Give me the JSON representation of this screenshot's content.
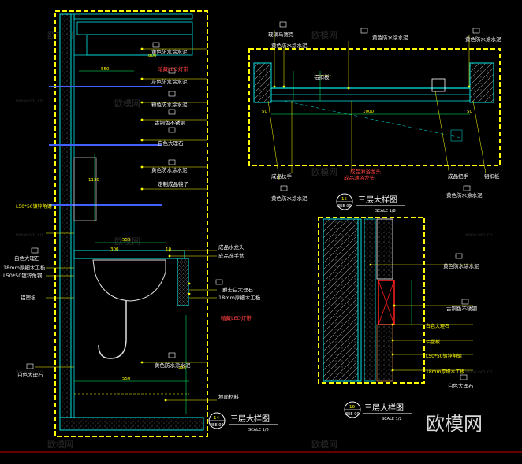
{
  "detail_14": {
    "labels_right": [
      "黄色防水涂水泥",
      "灰色防水涂水泥",
      "粉色防水涂水泥",
      "古铜色不锈钢",
      "白色大理石",
      "黄色防水涂水泥",
      "定制成品镜子",
      "成品水龙头",
      "成品洗手盆",
      "爵士白大理石",
      "18mm厚细木工板",
      "黄色防水涂水泥",
      "地面材料"
    ],
    "labels_left": [
      "白色大理石",
      "18mm厚细木工板",
      "L50*50镀锌角钢",
      "铝塑板"
    ],
    "red_notes": [
      "暗藏LED灯带",
      "暗藏LED灯带"
    ],
    "dims": [
      "800",
      "550",
      "1130",
      "300",
      "555",
      "10",
      "350",
      "550"
    ],
    "title": "三层大样图",
    "number": "14",
    "sheet": "3EE-09",
    "scale": "SCALE 1/8"
  },
  "detail_15": {
    "labels": [
      "玻璃马赛克",
      "黄色防水涂水泥",
      "铝扣板",
      "成品扶手",
      "黄色防水涂水泥",
      "成品把手",
      "铝扣板",
      "黄色防水涂水泥"
    ],
    "red_notes": [
      "成品淋浴龙头",
      "成品淋浴龙头"
    ],
    "dims": [
      "1000",
      "50",
      "50"
    ],
    "title": "三层大样图",
    "number": "15",
    "sheet": "3EE-09",
    "scale": "SCALE 1/8"
  },
  "detail_16": {
    "labels_right": [
      "黄色防水涂水泥",
      "古铜色不锈钢",
      "白色大理石",
      "白色大理石"
    ],
    "title": "三层大样图",
    "number": "16",
    "sheet": "3EE-09",
    "scale": "SCALE 1/2"
  },
  "watermark": {
    "text": "欧模网",
    "url": "www.om.cn"
  },
  "colors": {
    "background": "#000000",
    "frame": "#ffff00",
    "wall_cyan": "#00e5e5",
    "dim_green": "#00ff66",
    "note_red": "#ff3030",
    "hatch": "#808080"
  }
}
